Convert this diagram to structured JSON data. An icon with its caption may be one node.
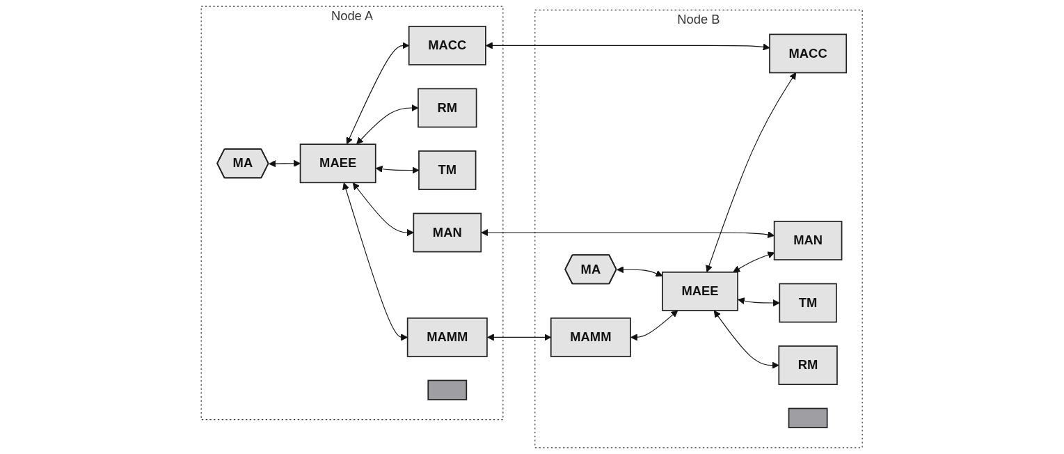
{
  "diagram": {
    "nodes": [
      {
        "text": [
          "Node A"
        ]
      },
      {
        "text": [
          "MA"
        ],
        "in": 0
      },
      {
        "text": [
          "MAEE"
        ],
        "in": 0
      },
      {
        "text": [
          "MAMM"
        ],
        "in": 0
      },
      {
        "text": [
          "RM"
        ],
        "in": 0
      },
      {
        "text": [
          "TM"
        ],
        "in": 0
      },
      {
        "text": [
          "MAN"
        ],
        "in": 0
      },
      {
        "text": [
          "MACC"
        ],
        "in": 0
      },
      {
        "text": [],
        "shape": "bar",
        "in": 0
      },
      {
        "text": [
          "Node B"
        ]
      },
      {
        "text": [
          "MA"
        ],
        "in": 9
      },
      {
        "text": [
          "MAMM"
        ],
        "in": 9
      },
      {
        "text": [
          "MAEE"
        ],
        "in": 9
      },
      {
        "text": [
          "MACC"
        ],
        "in": 9
      },
      {
        "text": [
          "MAN"
        ],
        "in": 9
      },
      {
        "text": [
          "TM"
        ],
        "in": 9
      },
      {
        "text": [
          "RM"
        ],
        "in": 9
      },
      {
        "text": [],
        "shape": "bar",
        "in": 9
      }
    ],
    "edges": [
      {
        "from": 1,
        "to": 2,
        "arrow": "both"
      },
      {
        "from": 2,
        "to": 3,
        "arrow": "both"
      },
      {
        "from": 3,
        "to": 11,
        "arrow": "both"
      },
      {
        "from": 11,
        "to": 12,
        "arrow": "both"
      },
      {
        "from": 10,
        "to": 12,
        "arrow": "both"
      },
      {
        "from": 2,
        "to": 4,
        "arrow": "both"
      },
      {
        "from": 2,
        "to": 5,
        "arrow": "both"
      },
      {
        "from": 2,
        "to": 6,
        "arrow": "both"
      },
      {
        "from": 2,
        "to": 7,
        "arrow": "both"
      },
      {
        "from": 12,
        "to": 13,
        "arrow": "both"
      },
      {
        "from": 12,
        "to": 14,
        "arrow": "both"
      },
      {
        "from": 12,
        "to": 15,
        "arrow": "both"
      },
      {
        "from": 12,
        "to": 16,
        "arrow": "both"
      },
      {
        "from": 7,
        "to": 13,
        "arrow": "both"
      },
      {
        "from": 6,
        "to": 14,
        "arrow": "both"
      }
    ]
  }
}
